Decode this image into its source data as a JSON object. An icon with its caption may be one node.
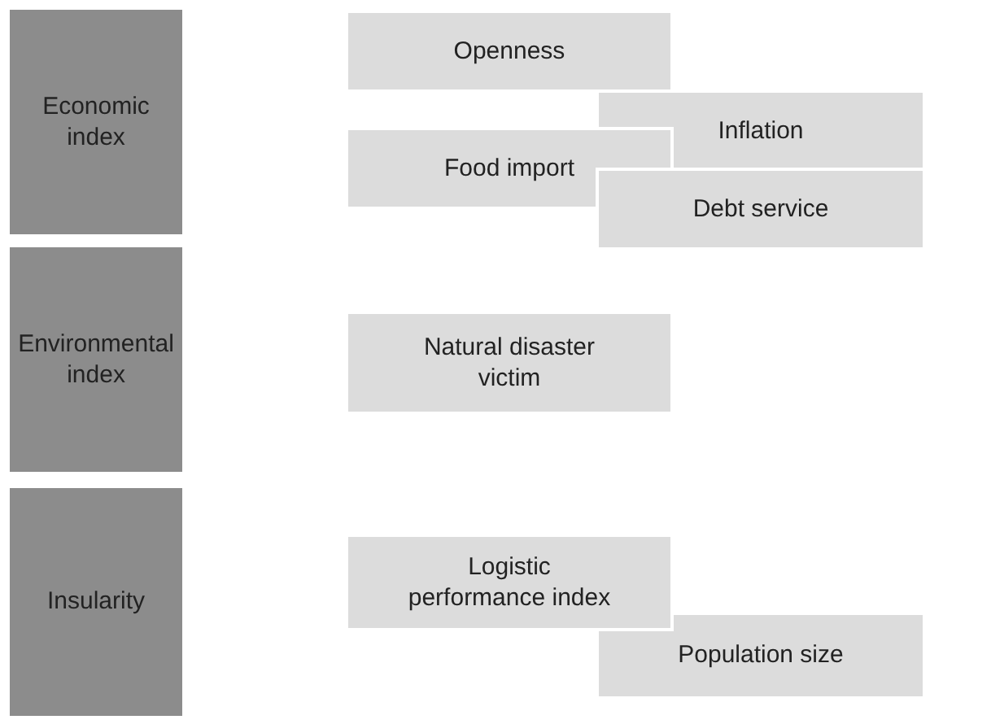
{
  "diagram": {
    "nodes": [
      {
        "text": [
          "Economic index"
        ]
      },
      {
        "text": [
          "Openness"
        ]
      },
      {
        "text": [
          "Inflation"
        ]
      },
      {
        "text": [
          "Food import"
        ]
      },
      {
        "text": [
          "Debt service"
        ]
      },
      {
        "text": [
          "Environmental index"
        ]
      },
      {
        "text": [
          "Natural disaster victim"
        ]
      },
      {
        "text": [
          "Insularity"
        ]
      },
      {
        "text": [
          "Logistic performance index"
        ]
      },
      {
        "text": [
          "Population size"
        ]
      }
    ]
  }
}
